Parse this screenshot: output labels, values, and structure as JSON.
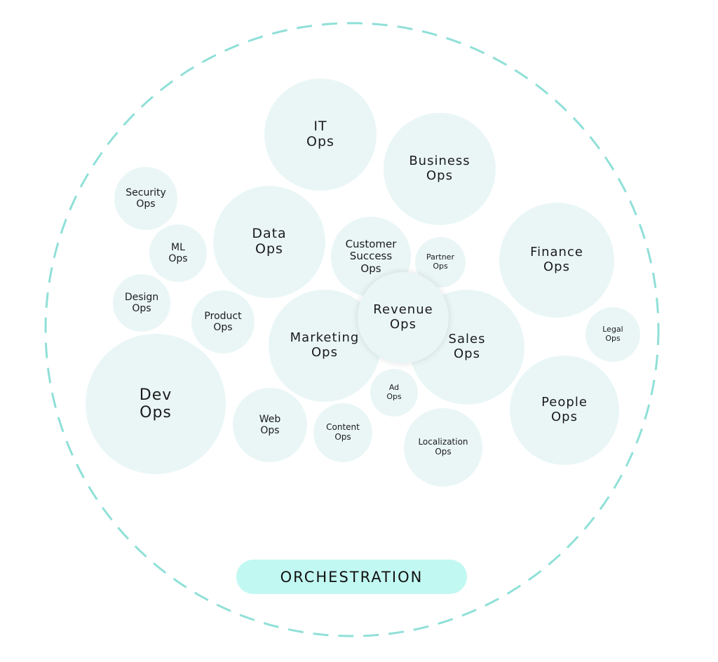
{
  "colors": {
    "bubble": "#eaf6f6",
    "dashed_ring": "#8fe0d8",
    "pill": "#c2f8f2",
    "text": "#1b1b1b"
  },
  "label": "ORCHESTRATION",
  "bubbles": [
    {
      "id": "it-ops",
      "lines": [
        "IT",
        "Ops"
      ]
    },
    {
      "id": "business-ops",
      "lines": [
        "Business",
        "Ops"
      ]
    },
    {
      "id": "security-ops",
      "lines": [
        "Security",
        "Ops"
      ]
    },
    {
      "id": "data-ops",
      "lines": [
        "Data",
        "Ops"
      ]
    },
    {
      "id": "ml-ops",
      "lines": [
        "ML",
        "Ops"
      ]
    },
    {
      "id": "customer-success-ops",
      "lines": [
        "Customer",
        "Success",
        "Ops"
      ]
    },
    {
      "id": "partner-ops",
      "lines": [
        "Partner",
        "Ops"
      ]
    },
    {
      "id": "finance-ops",
      "lines": [
        "Finance",
        "Ops"
      ]
    },
    {
      "id": "design-ops",
      "lines": [
        "Design",
        "Ops"
      ]
    },
    {
      "id": "product-ops",
      "lines": [
        "Product",
        "Ops"
      ]
    },
    {
      "id": "marketing-ops",
      "lines": [
        "Marketing",
        "Ops"
      ]
    },
    {
      "id": "sales-ops",
      "lines": [
        "Sales",
        "Ops"
      ]
    },
    {
      "id": "revenue-ops",
      "lines": [
        "Revenue",
        "Ops"
      ]
    },
    {
      "id": "legal-ops",
      "lines": [
        "Legal",
        "Ops"
      ]
    },
    {
      "id": "dev-ops",
      "lines": [
        "Dev",
        "Ops"
      ]
    },
    {
      "id": "web-ops",
      "lines": [
        "Web",
        "Ops"
      ]
    },
    {
      "id": "content-ops",
      "lines": [
        "Content",
        "Ops"
      ]
    },
    {
      "id": "ad-ops",
      "lines": [
        "Ad",
        "Ops"
      ]
    },
    {
      "id": "localization-ops",
      "lines": [
        "Localization",
        "Ops"
      ]
    },
    {
      "id": "people-ops",
      "lines": [
        "People",
        "Ops"
      ]
    }
  ]
}
